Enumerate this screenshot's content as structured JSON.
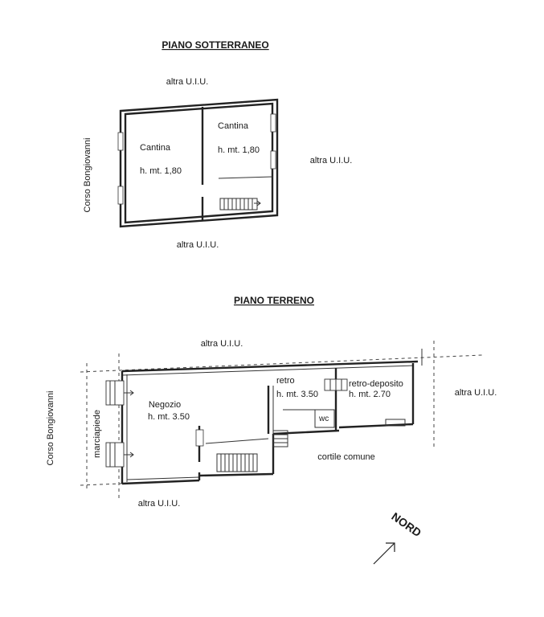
{
  "basement": {
    "heading": "PIANO SOTTERRANEO",
    "north_neighbor": "altra U.I.U.",
    "east_neighbor": "altra U.I.U.",
    "south_neighbor": "altra U.I.U.",
    "street": "Corso Bongiovanni",
    "room_left": {
      "name": "Cantina",
      "height": "h. mt. 1,80"
    },
    "room_right": {
      "name": "Cantina",
      "height": "h. mt. 1,80"
    }
  },
  "ground": {
    "heading": "PIANO TERRENO",
    "north_neighbor": "altra U.I.U.",
    "east_neighbor": "altra U.I.U.",
    "south_neighbor": "altra U.I.U.",
    "street": "Corso Bongiovanni",
    "sidewalk": "marciapiede",
    "shop": {
      "name": "Negozio",
      "height": "h. mt. 3.50"
    },
    "back": {
      "name": "retro",
      "height": "h. mt. 3.50"
    },
    "storage": {
      "name": "retro-deposito",
      "height": "h. mt. 2.70"
    },
    "wc": "wc",
    "courtyard": "cortile comune"
  },
  "compass": {
    "label": "NORD",
    "icon": "north-arrow-icon"
  }
}
